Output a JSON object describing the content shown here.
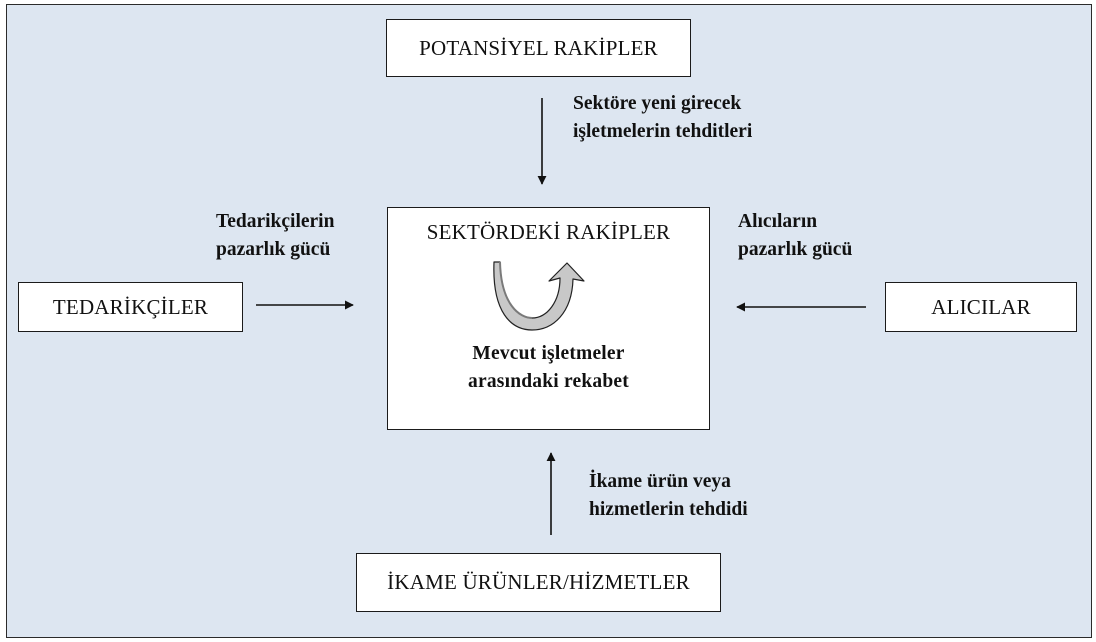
{
  "boxes": {
    "top": "POTANSİYEL RAKİPLER",
    "left": "TEDARİKÇİLER",
    "right": "ALICILAR",
    "bottom": "İKAME ÜRÜNLER/HİZMETLER",
    "center_title": "SEKTÖRDEKİ RAKİPLER",
    "center_sub_1": "Mevcut işletmeler",
    "center_sub_2": "arasındaki rekabet"
  },
  "labels": {
    "top_1": "Sektöre yeni girecek",
    "top_2": "işletmelerin tehditleri",
    "left_1": "Tedarikçilerin",
    "left_2": "pazarlık gücü",
    "right_1": "Alıcıların",
    "right_2": "pazarlık gücü",
    "bottom_1": "İkame ürün veya",
    "bottom_2": "hizmetlerin tehdidi"
  },
  "colors": {
    "background": "#dde6f1",
    "box_fill": "#ffffff",
    "cycle_arrow_fill": "#c8c8c8"
  }
}
